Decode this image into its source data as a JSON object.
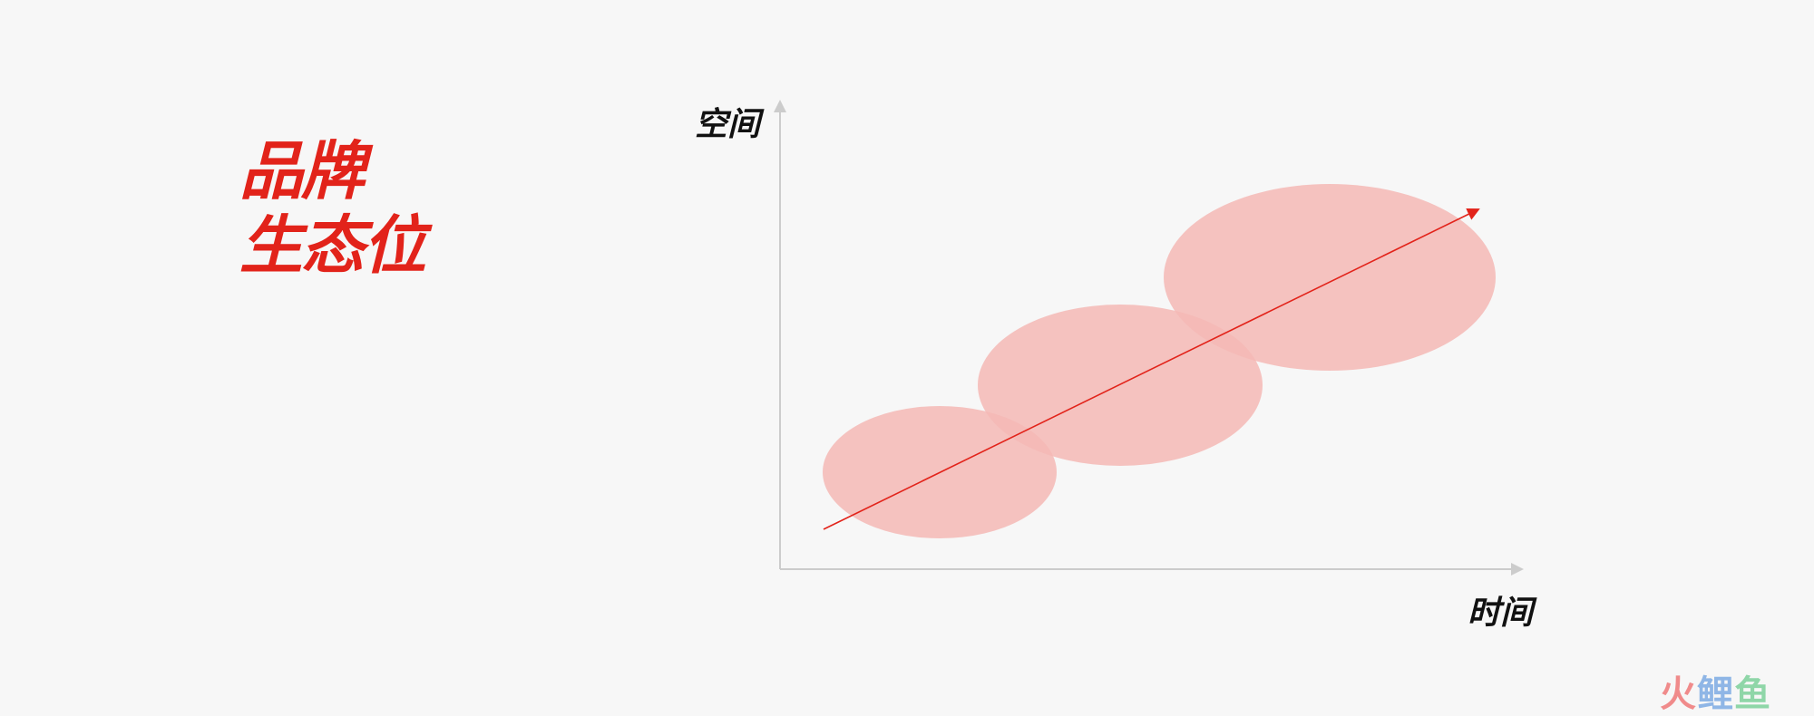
{
  "title": {
    "line1": "品牌",
    "line2": "生态位"
  },
  "axes": {
    "y_label": "空间",
    "x_label": "时间"
  },
  "watermark": {
    "part1": "火",
    "part2": "鲤",
    "part3": "鱼"
  },
  "colors": {
    "accent": "#e2231a",
    "ellipse_fill": "#f4b9b5",
    "axis": "#cccccc",
    "text": "#111111",
    "background": "#f7f7f7"
  }
}
